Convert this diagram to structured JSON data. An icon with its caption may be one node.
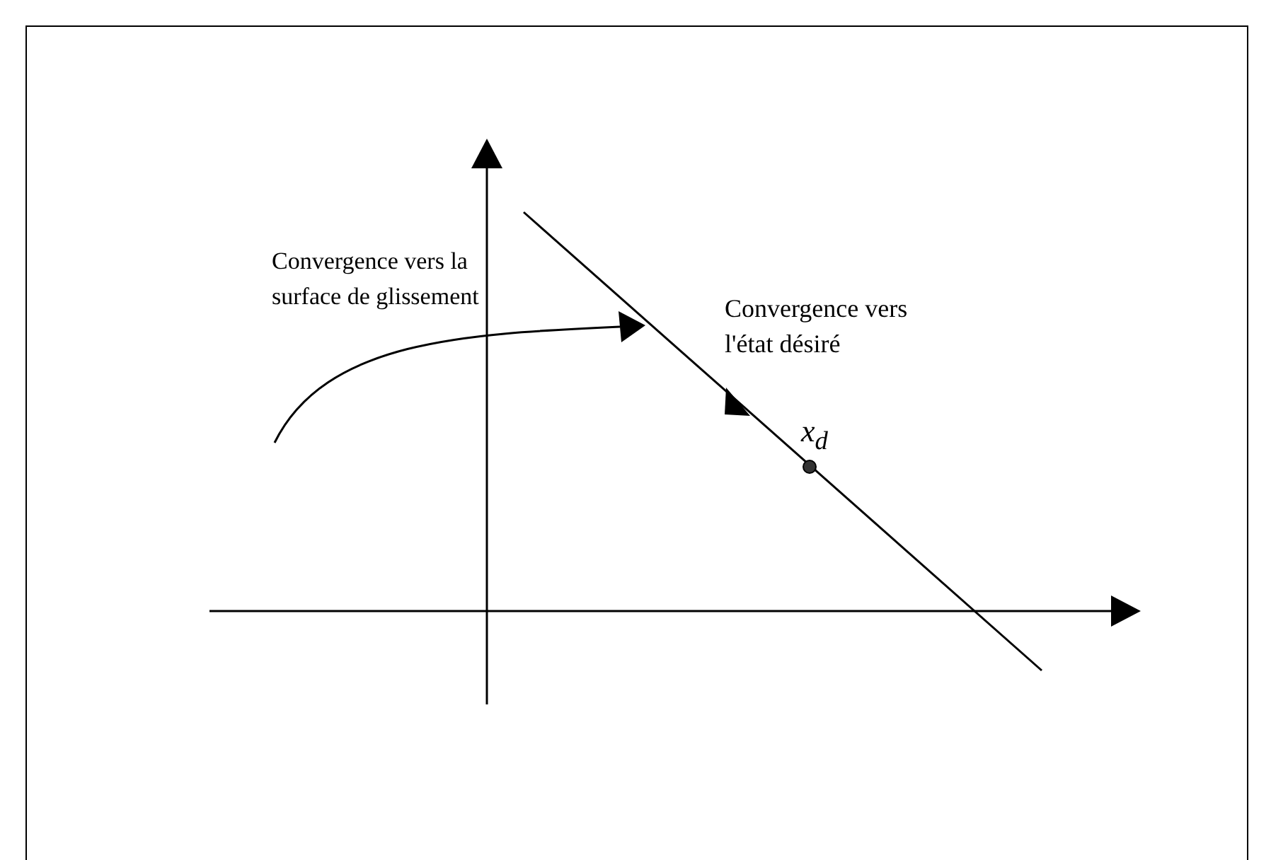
{
  "diagram": {
    "labels": [
      "Convergence vers la surface de glissement",
      "Convergence vers l'état désiré",
      "x$_{d}$"
    ]
  }
}
